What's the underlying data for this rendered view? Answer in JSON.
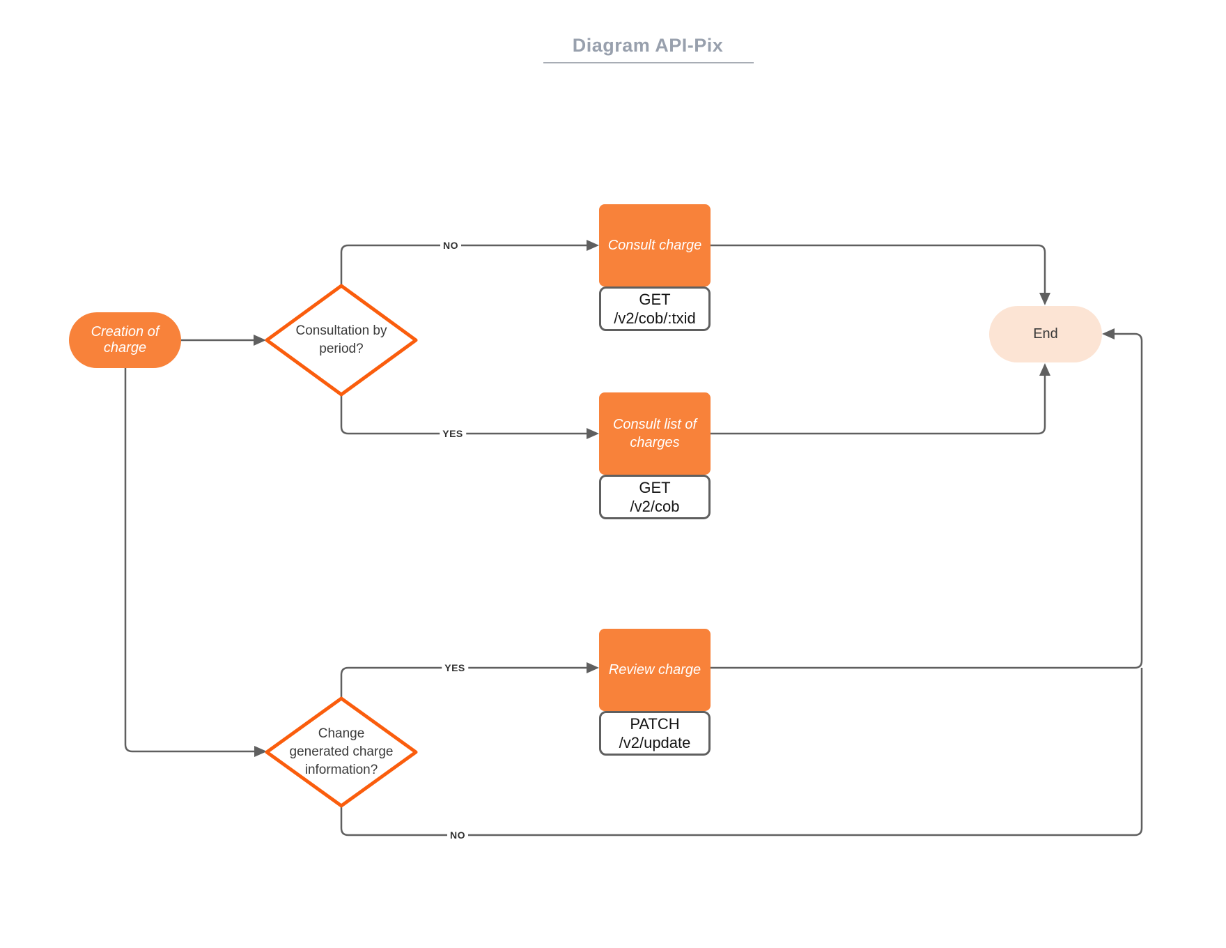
{
  "title": "Diagram API-Pix",
  "nodes": {
    "creation_of_charge": {
      "label": "Creation of charge"
    },
    "consultation_by_period": {
      "label": "Consultation by\nperiod?"
    },
    "consult_charge": {
      "label": "Consult charge",
      "method": "GET",
      "path": "/v2/cob/:txid"
    },
    "consult_list_of_charges": {
      "label": "Consult list of\ncharges",
      "method": "GET",
      "path": "/v2/cob"
    },
    "change_generated_charge": {
      "label": "Change\ngenerated charge\ninformation?"
    },
    "review_charge": {
      "label": "Review charge",
      "method": "PATCH",
      "path": "/v2/update"
    },
    "end": {
      "label": "End"
    }
  },
  "edge_labels": {
    "no_consult_charge": "NO",
    "yes_consult_list": "YES",
    "yes_review_charge": "YES",
    "no_bottom_loop": "NO"
  },
  "colors": {
    "node_fill_orange": "#F8823A",
    "diamond_stroke_orange": "#FA5D0D",
    "end_fill_peach": "#FCE4D4",
    "connector_gray": "#5F5F5F",
    "title_gray_blue": "#98A0AD"
  }
}
